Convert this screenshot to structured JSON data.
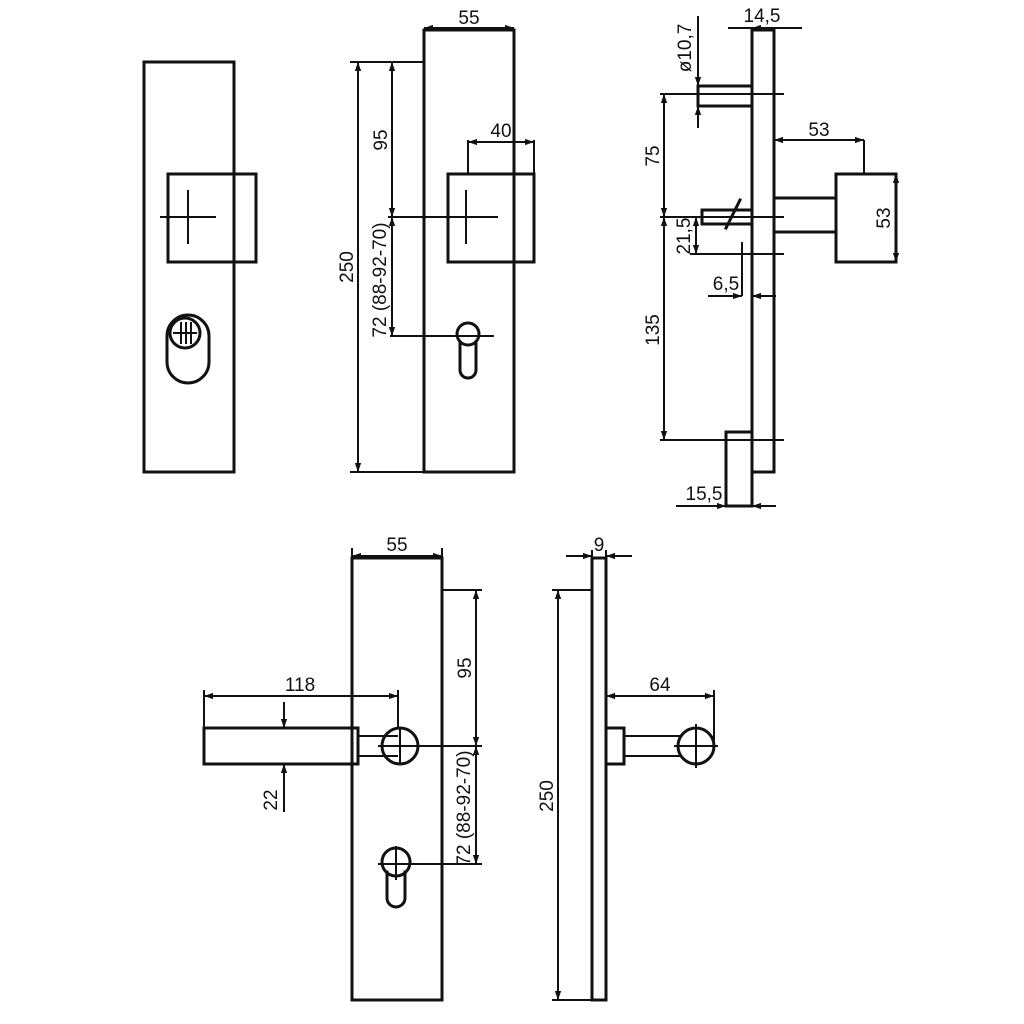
{
  "views": {
    "front_plate_knob": {
      "dims": {
        "width": "55",
        "knob_width": "40",
        "height": "250",
        "spindle_offset": "95",
        "center_distance": "72 (88-92-70)"
      }
    },
    "side_knob": {
      "dims": {
        "spindle_diameter": "ø10,7",
        "plate_thickness": "14,5",
        "knob_projection": "53",
        "knob_height": "53",
        "upper_spacing": "75",
        "spindle_gap": "21,5",
        "offset": "6,5",
        "lower_spacing": "135",
        "foot": "15,5"
      }
    },
    "front_plate_lever": {
      "dims": {
        "width": "55",
        "lever_length": "118",
        "spindle_offset": "95",
        "lever_diameter": "22",
        "center_distance": "72 (88-92-70)"
      }
    },
    "side_lever": {
      "dims": {
        "thickness": "9",
        "height": "250",
        "lever_projection": "64"
      }
    }
  }
}
